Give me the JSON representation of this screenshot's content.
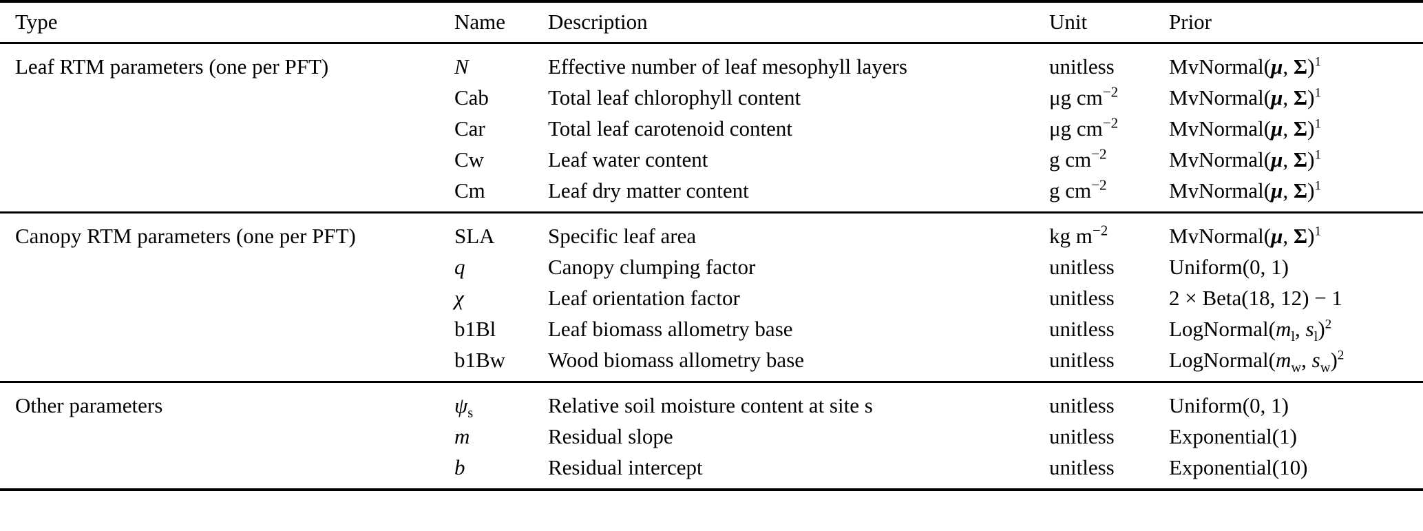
{
  "table": {
    "columns": [
      "Type",
      "Name",
      "Description",
      "Unit",
      "Prior"
    ],
    "sections": [
      {
        "type_label": "Leaf RTM parameters (one per PFT)",
        "rows": [
          {
            "name": "N",
            "name_style": "italic",
            "description": "Effective number of leaf mesophyll layers",
            "unit": "unitless",
            "unit_html": "unitless",
            "prior": "MvNormal(μ, Σ)¹",
            "prior_kind": "mvnormal"
          },
          {
            "name": "Cab",
            "name_style": "upright",
            "description": "Total leaf chlorophyll content",
            "unit": "μg cm⁻²",
            "unit_base": "μg cm",
            "unit_exp": "−2",
            "prior": "MvNormal(μ, Σ)¹",
            "prior_kind": "mvnormal"
          },
          {
            "name": "Car",
            "name_style": "upright",
            "description": "Total leaf carotenoid content",
            "unit": "μg cm⁻²",
            "unit_base": "μg cm",
            "unit_exp": "−2",
            "prior": "MvNormal(μ, Σ)¹",
            "prior_kind": "mvnormal"
          },
          {
            "name": "Cw",
            "name_style": "upright",
            "description": "Leaf water content",
            "unit": "g cm⁻²",
            "unit_base": "g cm",
            "unit_exp": "−2",
            "prior": "MvNormal(μ, Σ)¹",
            "prior_kind": "mvnormal"
          },
          {
            "name": "Cm",
            "name_style": "upright",
            "description": "Leaf dry matter content",
            "unit": "g cm⁻²",
            "unit_base": "g cm",
            "unit_exp": "−2",
            "prior": "MvNormal(μ, Σ)¹",
            "prior_kind": "mvnormal"
          }
        ]
      },
      {
        "type_label": "Canopy RTM parameters (one per PFT)",
        "rows": [
          {
            "name": "SLA",
            "name_style": "upright",
            "description": "Specific leaf area",
            "unit": "kg m⁻²",
            "unit_base": "kg m",
            "unit_exp": "−2",
            "prior": "MvNormal(μ, Σ)¹",
            "prior_kind": "mvnormal"
          },
          {
            "name": "q",
            "name_style": "italic",
            "description": "Canopy clumping factor",
            "unit": "unitless",
            "unit_base": "unitless",
            "unit_exp": "",
            "prior": "Uniform(0, 1)",
            "prior_kind": "plain"
          },
          {
            "name": "χ",
            "name_style": "italic",
            "description": "Leaf orientation factor",
            "unit": "unitless",
            "unit_base": "unitless",
            "unit_exp": "",
            "prior": "2 × Beta(18, 12) − 1",
            "prior_kind": "plain"
          },
          {
            "name": "b1Bl",
            "name_style": "upright",
            "description": "Leaf biomass allometry base",
            "unit": "unitless",
            "unit_base": "unitless",
            "unit_exp": "",
            "prior": "LogNormal(mₗ, sₗ)²",
            "prior_kind": "lognormal",
            "prior_sub": "l"
          },
          {
            "name": "b1Bw",
            "name_style": "upright",
            "description": "Wood biomass allometry base",
            "unit": "unitless",
            "unit_base": "unitless",
            "unit_exp": "",
            "prior": "LogNormal(mᵥᵥ, sᵥᵥ)²",
            "prior_kind": "lognormal",
            "prior_sub": "w"
          }
        ]
      },
      {
        "type_label": "Other parameters",
        "rows": [
          {
            "name": "ψₛ",
            "name_style": "italic-sub",
            "name_base": "ψ",
            "name_sub": "s",
            "description": "Relative soil moisture content at site s",
            "unit": "unitless",
            "unit_base": "unitless",
            "unit_exp": "",
            "prior": "Uniform(0, 1)",
            "prior_kind": "plain"
          },
          {
            "name": "m",
            "name_style": "italic",
            "description": "Residual slope",
            "unit": "unitless",
            "unit_base": "unitless",
            "unit_exp": "",
            "prior": "Exponential(1)",
            "prior_kind": "plain"
          },
          {
            "name": "b",
            "name_style": "italic",
            "description": "Residual intercept",
            "unit": "unitless",
            "unit_base": "unitless",
            "unit_exp": "",
            "prior": "Exponential(10)",
            "prior_kind": "plain"
          }
        ]
      }
    ],
    "math_tokens": {
      "mvnormal_fn": "MvNormal(",
      "mu": "μ",
      "comma": ", ",
      "sigma": "Σ",
      "close_paren": ")",
      "footnote_1": "1",
      "footnote_2": "2",
      "lognormal_fn": "LogNormal(",
      "m_var": "m",
      "s_var": "s",
      "exp_minus2": "−2"
    }
  }
}
